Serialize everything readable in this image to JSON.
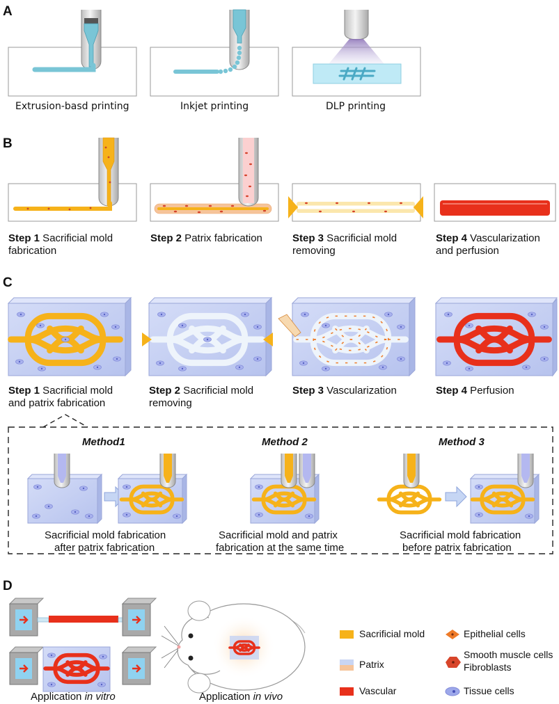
{
  "panels": [
    "A",
    "B",
    "C",
    "D"
  ],
  "panel_a": {
    "captions": [
      "Extrusion-basd printing",
      "Inkjet printing",
      "DLP printing"
    ]
  },
  "panel_b": {
    "steps": [
      {
        "num": "Step 1",
        "line1": " Sacrificial mold",
        "line2": "fabrication"
      },
      {
        "num": "Step 2",
        "line1": " Patrix fabrication",
        "line2": ""
      },
      {
        "num": "Step 3",
        "line1": "  Sacrificial mold",
        "line2": "removing"
      },
      {
        "num": "Step 4",
        "line1": " Vascularization",
        "line2": "and perfusion"
      }
    ]
  },
  "panel_c": {
    "steps": [
      {
        "num": "Step 1",
        "line1": " Sacrificial mold",
        "line2": "and patrix fabrication"
      },
      {
        "num": "Step 2",
        "line1": " Sacrificial mold",
        "line2": "removing"
      },
      {
        "num": "Step 3",
        "line1": "  Vascularization",
        "line2": ""
      },
      {
        "num": "Step 4",
        "line1": " Perfusion",
        "line2": ""
      }
    ],
    "methods": [
      {
        "title": "Method1",
        "line1": "Sacrificial mold fabrication",
        "line2": "after patrix fabrication"
      },
      {
        "title": "Method 2",
        "line1": "Sacrificial mold and patrix",
        "line2": "fabrication at the same time"
      },
      {
        "title": "Method 3",
        "line1": "Sacrificial mold fabrication",
        "line2": "before patrix fabrication"
      }
    ]
  },
  "panel_d": {
    "invitro_prefix": "Application ",
    "invitro_em": "in vitro",
    "invivo_prefix": "Application ",
    "invivo_em": "in vivo",
    "legend": [
      {
        "label": "Sacrificial mold",
        "color": "#f6b21a"
      },
      {
        "label": "Patrix",
        "color": "#c9d5f3"
      },
      {
        "label": "Vascular",
        "color": "#e8301b"
      },
      {
        "label": "Epithelial cells",
        "color": "#ee7b28"
      },
      {
        "label": "Smooth muscle cells",
        "label2": "Fibroblasts",
        "color": "#d8452a"
      },
      {
        "label": "Tissue cells",
        "color": "#9da8ea"
      }
    ]
  },
  "colors": {
    "mold": "#f6b21a",
    "patrix": "#c9d5f3",
    "vascular": "#e8301b",
    "nozzle": "#d9d9d9",
    "ink": "#79c5d6"
  }
}
